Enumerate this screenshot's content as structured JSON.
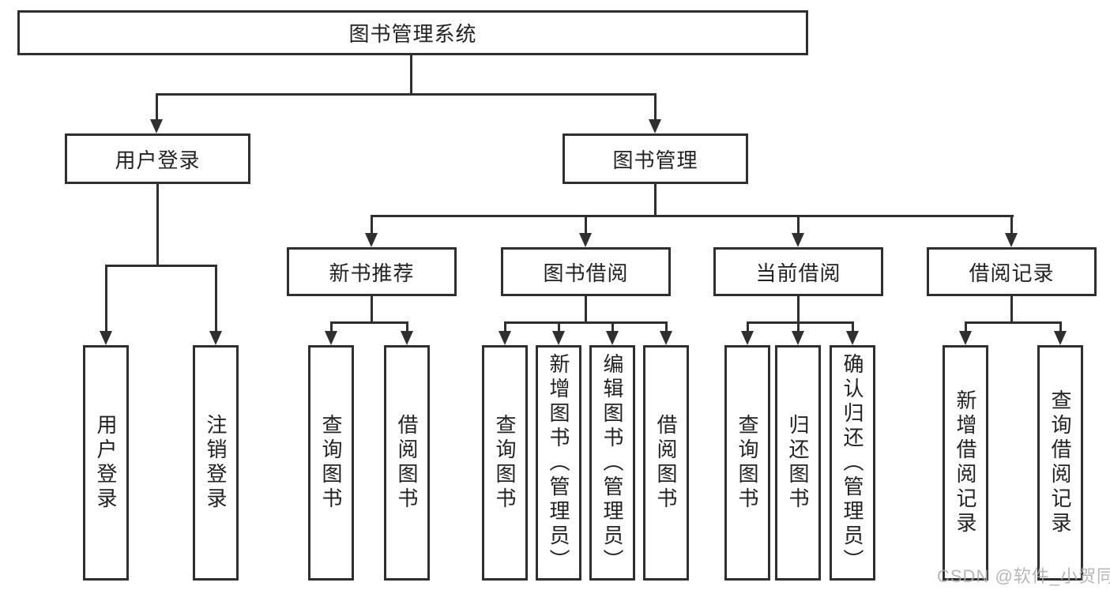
{
  "nodes": {
    "root": "图书管理系统",
    "login": "用户登录",
    "manage": "图书管理",
    "recommend": "新书推荐",
    "borrow": "图书借阅",
    "current": "当前借阅",
    "records": "借阅记录",
    "login_children": [
      "用户登录",
      "注销登录"
    ],
    "recommend_children": [
      "查询图书",
      "借阅图书"
    ],
    "borrow_children": [
      "查询图书",
      "新增图书（管理员）",
      "编辑图书（管理员）",
      "借阅图书"
    ],
    "current_children": [
      "查询图书",
      "归还图书",
      "确认归还（管理员）"
    ],
    "records_children": [
      "新增借阅记录",
      "查询借阅记录"
    ]
  },
  "watermark": "CSDN @软件_小贺同学",
  "colors": {
    "line": "#2f2f2f",
    "text": "#222222",
    "watermark": "#ababab",
    "background": "#ffffff"
  }
}
